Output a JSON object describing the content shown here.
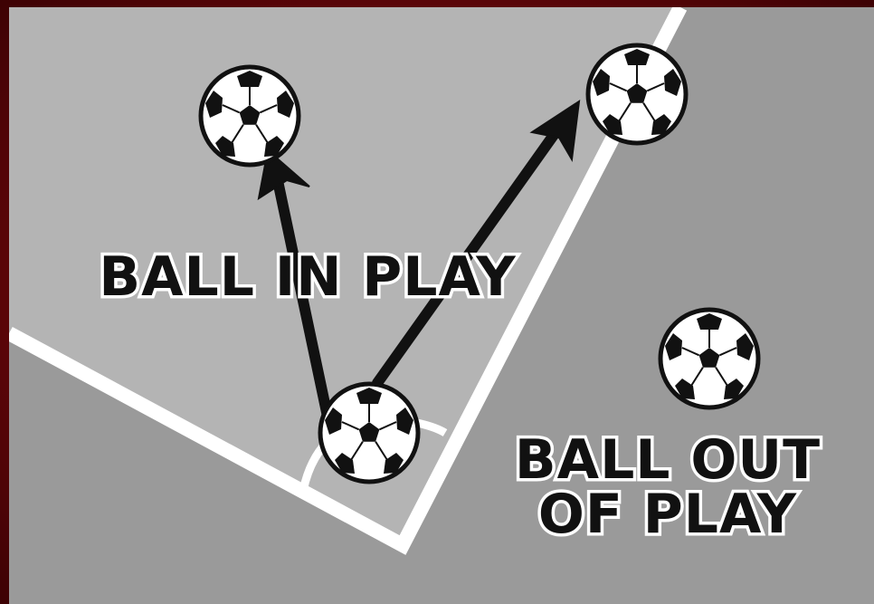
{
  "labels": {
    "in_play": "BALL IN PLAY",
    "out_of_play_line1": "BALL OUT",
    "out_of_play_line2": "OF PLAY"
  },
  "colors": {
    "frame": "#6b070b",
    "field_in": "#b3b3b3",
    "field_out": "#999999",
    "lines": "#ffffff",
    "arrow": "#111111",
    "ball_panel": "#111111",
    "ball_fill": "#ffffff"
  },
  "icons": {
    "ball": "soccer-ball-icon",
    "arrow": "arrow-icon"
  }
}
